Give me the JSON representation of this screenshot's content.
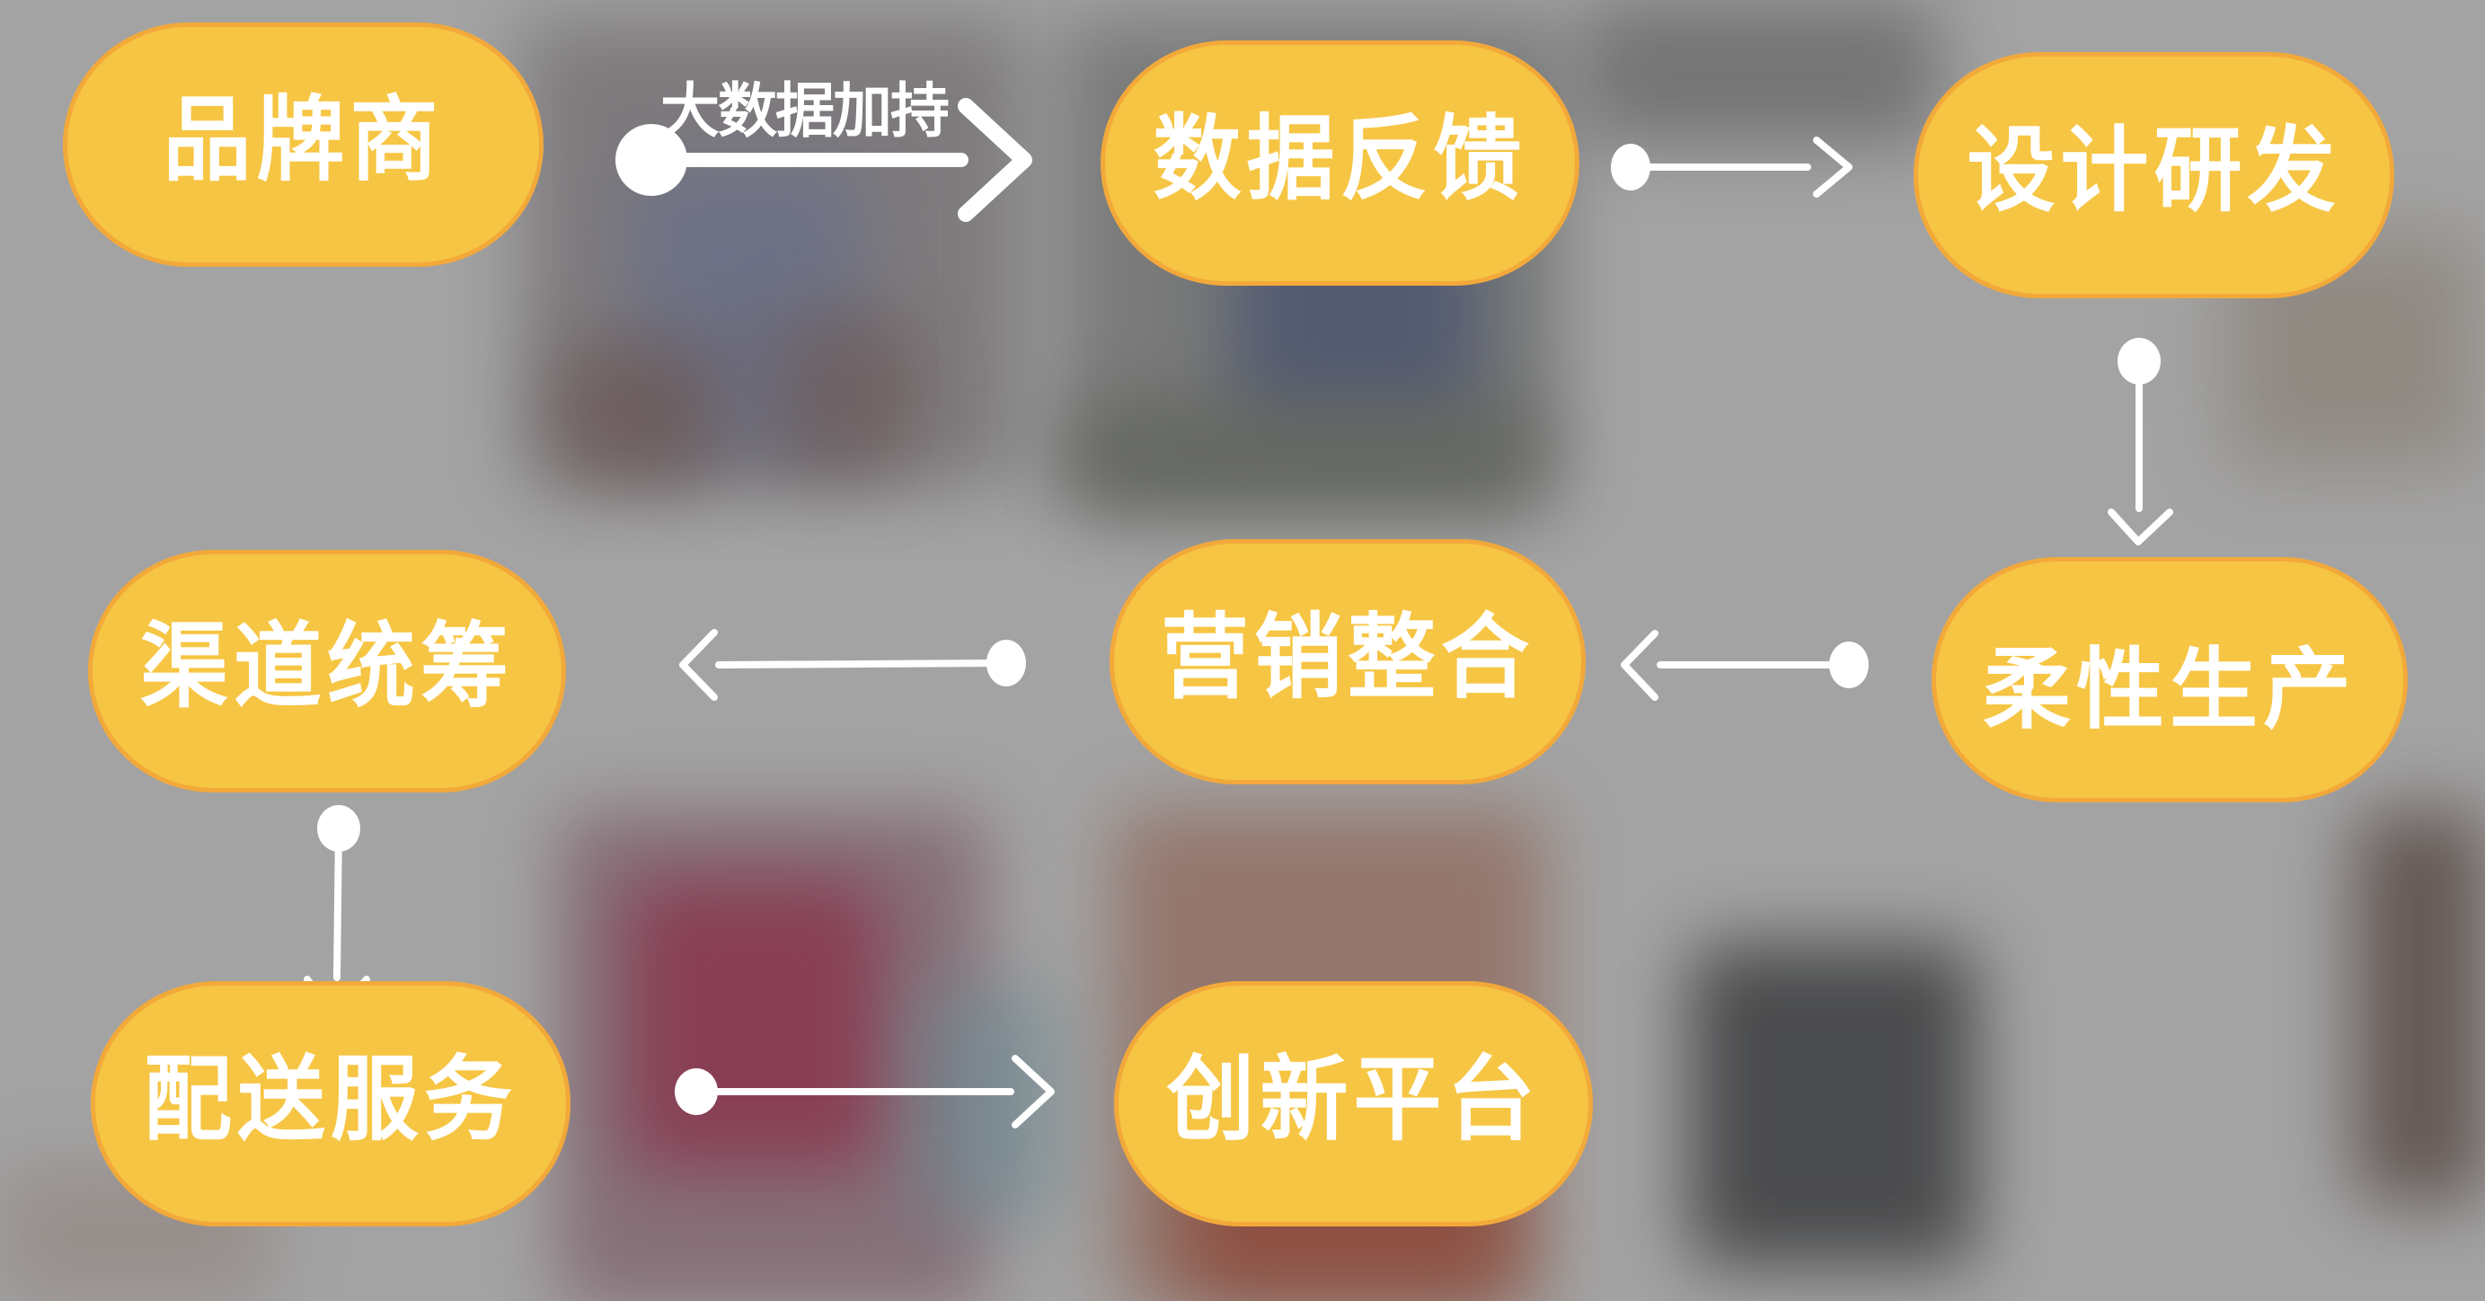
{
  "diagram": {
    "type": "flowchart",
    "theme": {
      "node_fill": "#F6C543",
      "node_border": "#F2A93A",
      "node_text": "#FFFFFF",
      "arrow_color": "#FFFFFF",
      "background": "#A3A3A3"
    },
    "nodes": [
      {
        "id": "n1",
        "label": "品牌商"
      },
      {
        "id": "n2",
        "label": "数据反馈"
      },
      {
        "id": "n3",
        "label": "设计研发"
      },
      {
        "id": "n4",
        "label": "柔性生产"
      },
      {
        "id": "n5",
        "label": "营销整合"
      },
      {
        "id": "n6",
        "label": "渠道统筹"
      },
      {
        "id": "n7",
        "label": "配送服务"
      },
      {
        "id": "n8",
        "label": "创新平台"
      }
    ],
    "edges": [
      {
        "from": "n1",
        "to": "n2",
        "label": "大数据加持",
        "direction": "right"
      },
      {
        "from": "n2",
        "to": "n3",
        "label": "",
        "direction": "right"
      },
      {
        "from": "n3",
        "to": "n4",
        "label": "",
        "direction": "down"
      },
      {
        "from": "n4",
        "to": "n5",
        "label": "",
        "direction": "left"
      },
      {
        "from": "n5",
        "to": "n6",
        "label": "",
        "direction": "left"
      },
      {
        "from": "n6",
        "to": "n7",
        "label": "",
        "direction": "down"
      },
      {
        "from": "n7",
        "to": "n8",
        "label": "",
        "direction": "right"
      }
    ]
  }
}
